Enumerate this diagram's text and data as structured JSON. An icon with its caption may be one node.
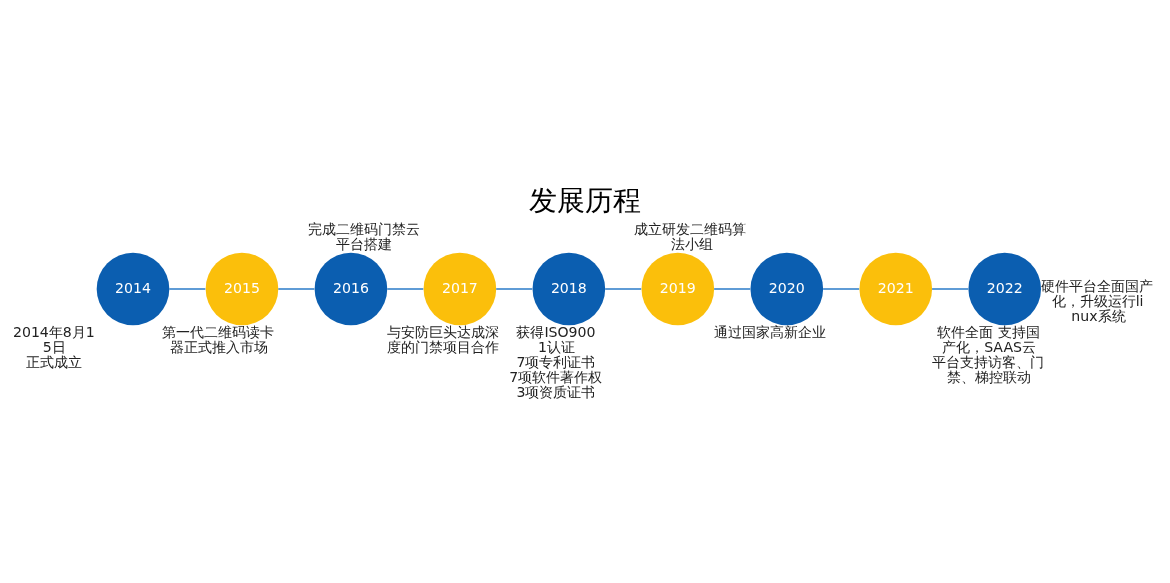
{
  "diagram": {
    "title": "发展历程",
    "nodes": [
      {
        "text": [
          "2014"
        ],
        "beside": [
          "2014年8月15日",
          "正式成立"
        ]
      },
      {
        "text": [
          "2015"
        ],
        "beside": [
          "第一代二维码读卡器正式推入市场"
        ]
      },
      {
        "text": [
          "2016"
        ],
        "beside": [
          "与安防巨头达成深度的门禁项目合作"
        ]
      },
      {
        "text": [
          "2017"
        ],
        "beside": [
          "完成二维码门禁云平台搭建"
        ]
      },
      {
        "text": [
          "2018"
        ],
        "beside": [
          "获得ISO9001认证",
          "7项专利证书",
          "7项软件著作权",
          "3项资质证书"
        ]
      },
      {
        "text": [
          "2019"
        ],
        "beside": [
          "通过国家高新企业"
        ]
      },
      {
        "text": [
          "2020"
        ],
        "beside": [
          "成立研发二维码算法小组"
        ]
      },
      {
        "text": [
          "2021"
        ],
        "beside": [
          "软件全面 支持国产化，SAAS云平台支持访客、门禁、梯控联动"
        ]
      },
      {
        "text": [
          "2022"
        ],
        "beside": [
          "硬件平台全面国产化，升级运行linux系统"
        ]
      }
    ],
    "edges": [
      {
        "from": 0,
        "to": 1,
        "arrow": "none"
      },
      {
        "from": 1,
        "to": 2,
        "arrow": "none"
      },
      {
        "from": 2,
        "to": 3,
        "arrow": "none"
      },
      {
        "from": 3,
        "to": 4,
        "arrow": "none"
      },
      {
        "from": 4,
        "to": 5,
        "arrow": "none"
      },
      {
        "from": 5,
        "to": 6,
        "arrow": "none"
      },
      {
        "from": 6,
        "to": 7,
        "arrow": "none"
      },
      {
        "from": 7,
        "to": 8,
        "arrow": "none"
      }
    ]
  }
}
